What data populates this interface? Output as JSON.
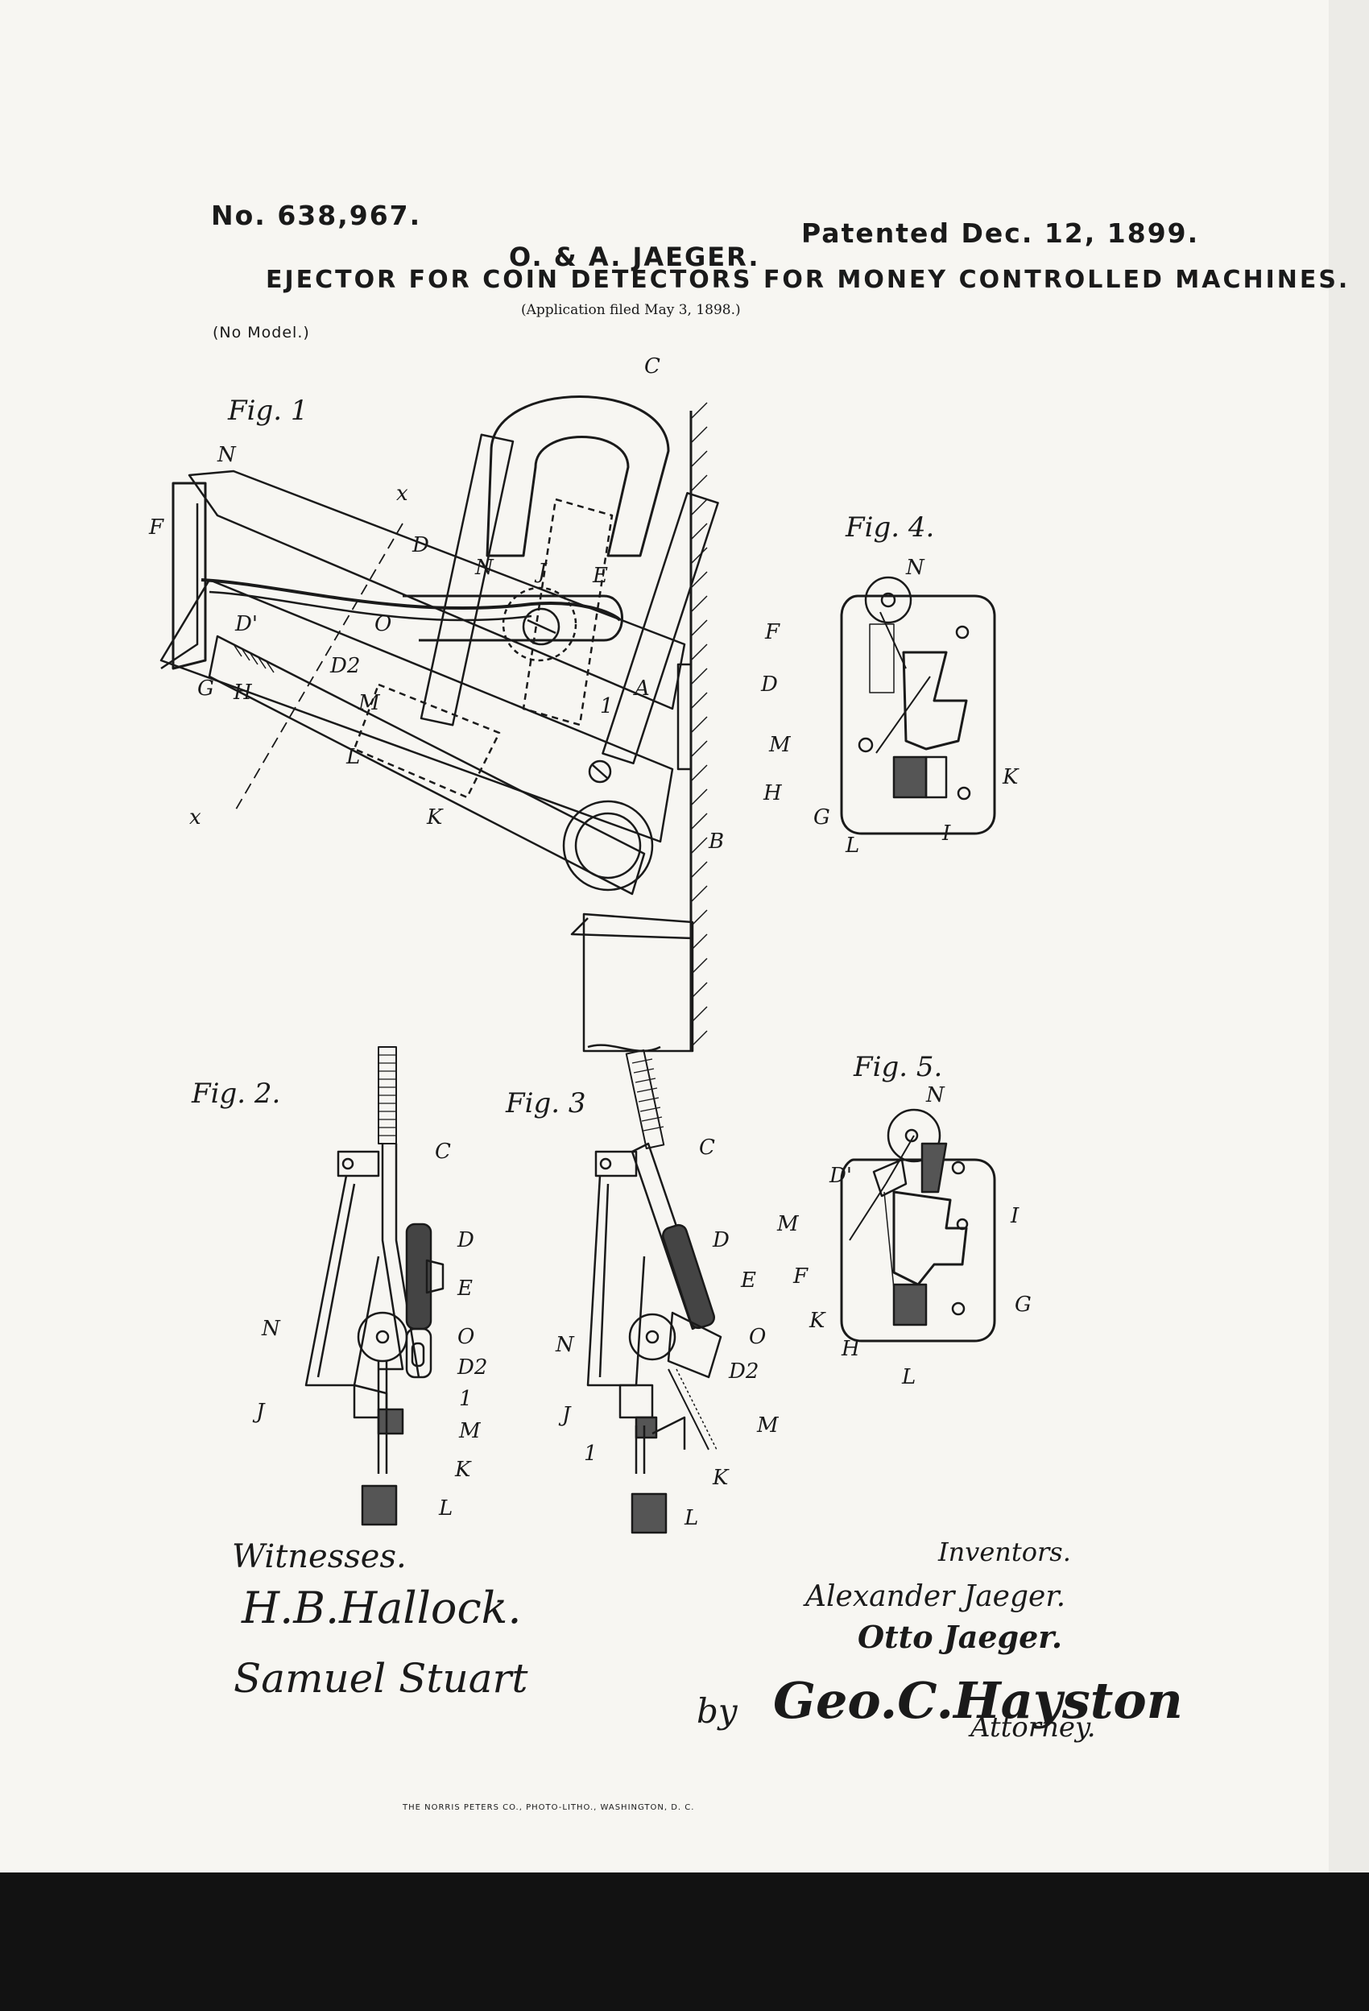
{
  "header": {
    "patent_number": "No. 638,967.",
    "patent_date": "Patented Dec. 12, 1899.",
    "inventors": "O. & A. JAEGER.",
    "title": "EJECTOR FOR COIN DETECTORS FOR MONEY CONTROLLED MACHINES.",
    "filed": "(Application filed May 3, 1898.)",
    "model": "(No Model.)"
  },
  "figures": {
    "fig1": "Fig. 1",
    "fig2": "Fig. 2.",
    "fig3": "Fig. 3",
    "fig4": "Fig. 4.",
    "fig5": "Fig. 5."
  },
  "part_labels": {
    "fig1": [
      "C",
      "N",
      "F",
      "x",
      "D",
      "N",
      "J",
      "E",
      "D'",
      "O",
      "D2",
      "M",
      "A",
      "1",
      "G",
      "H",
      "L",
      "K",
      "x",
      "B"
    ],
    "fig4": [
      "N",
      "F",
      "D",
      "M",
      "H",
      "G",
      "K",
      "L",
      "I"
    ],
    "fig2": [
      "C",
      "D",
      "E",
      "N",
      "O",
      "D2",
      "J",
      "1",
      "M",
      "K",
      "L"
    ],
    "fig3": [
      "C",
      "D",
      "E",
      "N",
      "O",
      "D2",
      "J",
      "1",
      "M",
      "K",
      "L"
    ],
    "fig5": [
      "N",
      "D'",
      "M",
      "I",
      "F",
      "G",
      "K",
      "H",
      "L"
    ]
  },
  "signatures": {
    "witnesses_label": "Witnesses.",
    "witness_1": "H.B.Hallock.",
    "witness_2": "Samuel Stuart",
    "inventors_label": "Inventors.",
    "inventor_1": "Alexander Jaeger.",
    "inventor_2": "Otto Jaeger.",
    "by": "by",
    "attorney_signature": "Geo.C.Hayston",
    "attorney_label": "Attorney."
  },
  "footer": {
    "printer": "THE NORRIS PETERS CO., PHOTO-LITHO., WASHINGTON, D. C."
  }
}
